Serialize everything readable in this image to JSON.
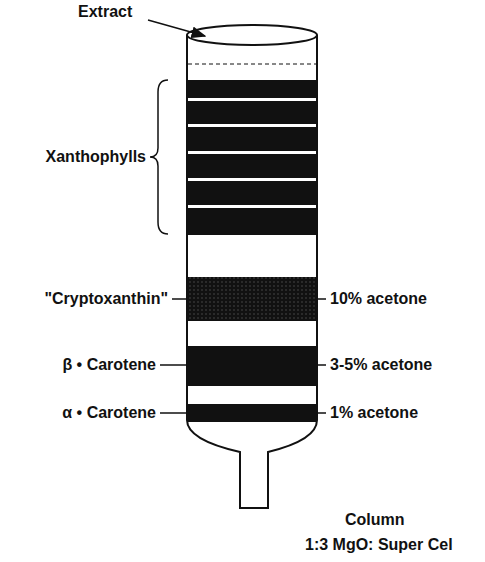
{
  "diagram": {
    "labels": [
      "Extract",
      "Xanthophylls",
      "\"Cryptoxanthin\"",
      "10% acetone",
      "β • Carotene",
      "3-5% acetone",
      "α • Carotene",
      "1% acetone",
      "Column",
      "1:3 MgO: Super Cel"
    ]
  }
}
